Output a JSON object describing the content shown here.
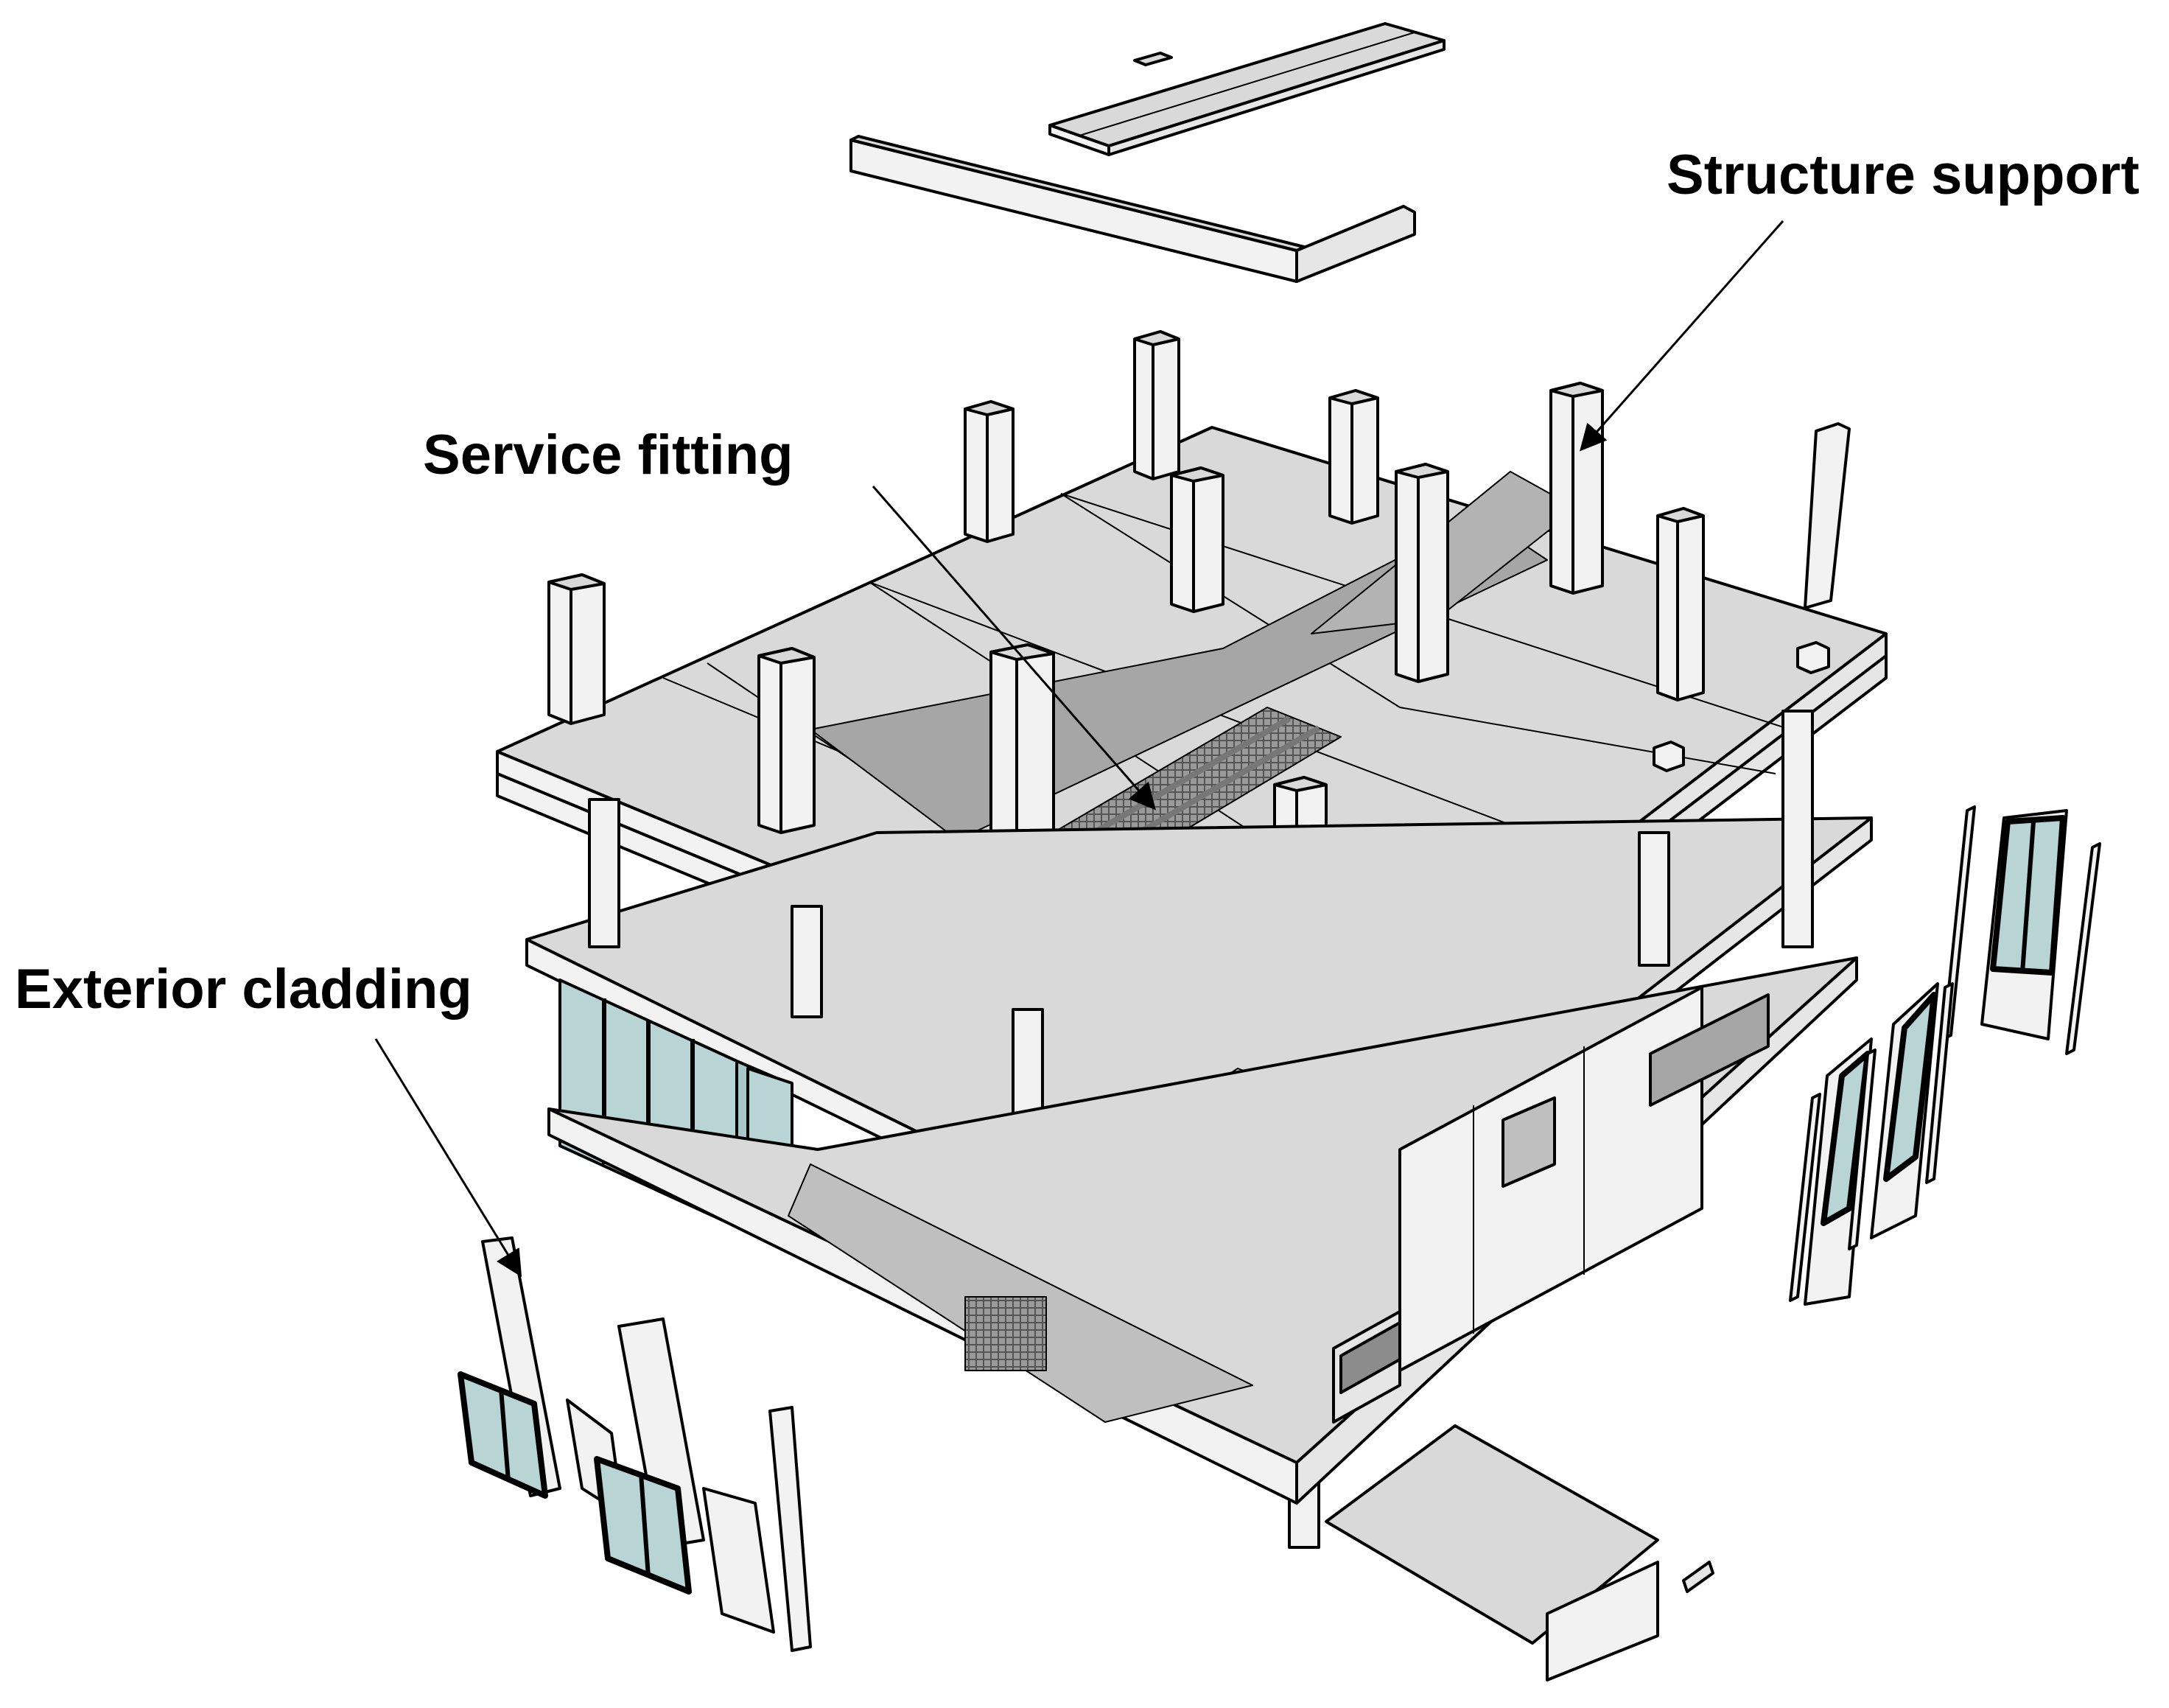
{
  "labels": {
    "structure_support": "Structure support",
    "service_fitting": "Service fitting",
    "exterior_cladding": "Exterior cladding"
  },
  "colors": {
    "background": "#ffffff",
    "slab_top": "#d9d9d9",
    "slab_edge": "#f2f2f2",
    "column_face": "#f2f2f2",
    "column_side": "#cfcfcf",
    "shadow": "#a6a6a6",
    "glass": "#b8d4d4",
    "line": "#000000"
  }
}
